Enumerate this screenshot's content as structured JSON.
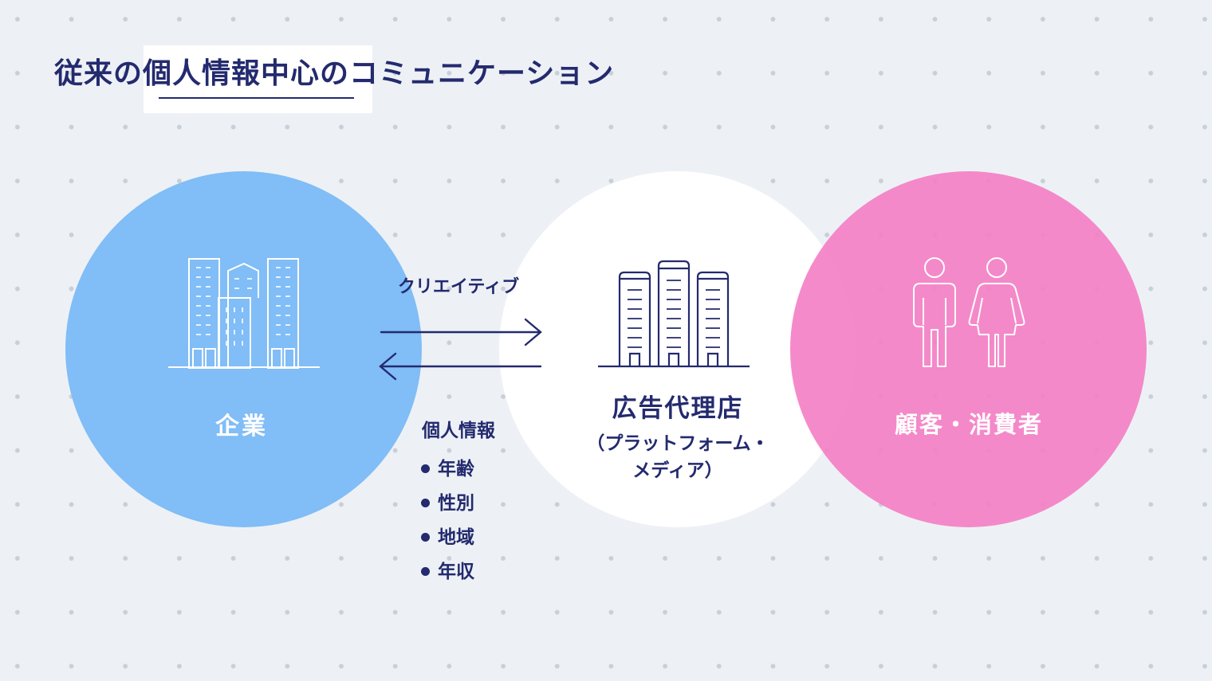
{
  "title": "従来の個人情報中心のコミュニケーション",
  "nodes": {
    "company": {
      "label": "企業",
      "icon": "office-buildings-icon",
      "color": "#81bdf6"
    },
    "agency": {
      "label": "広告代理店",
      "sublabel": "（プラットフォーム・\nメディア）",
      "icon": "agency-buildings-icon",
      "color": "#ffffff"
    },
    "consumer": {
      "label": "顧客・消費者",
      "icon": "people-icon",
      "color": "#f47dc4"
    }
  },
  "flows": {
    "to_agency": "クリエイティブ",
    "to_company": "個人情報"
  },
  "personal_info_items": [
    "年齢",
    "性別",
    "地域",
    "年収"
  ],
  "colors": {
    "navy": "#232a6e",
    "background": "#edf1f5"
  }
}
